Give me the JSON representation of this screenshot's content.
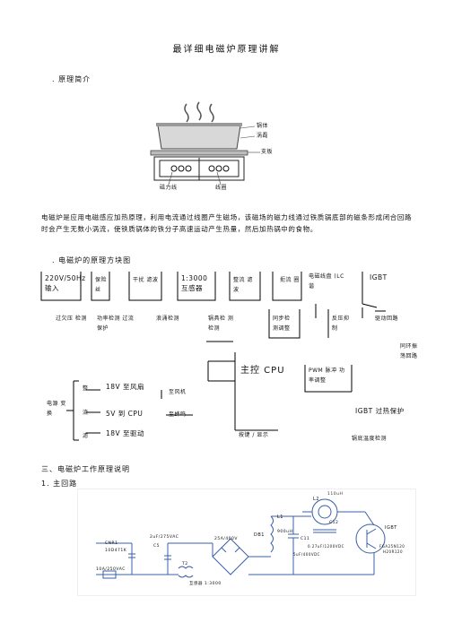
{
  "title": "最详细电磁炉原理讲解",
  "sec1": {
    "heading": ". 原理简介"
  },
  "fig1": {
    "labels": [
      "锅体",
      "涡磊",
      "支板",
      "磁力线",
      "线圈"
    ]
  },
  "para": "电磁炉是应用电磁感应加热原理，利用电流通过线圈产生磁场，该磁场的磁力线通过铁质锅底部的磁条形成闭合回路时会产生无数小涡流，使铁质锅体的铁分子高速运动产生热量，然后加热锅中的食物。",
  "sec2": {
    "heading": ". 电磁炉的原理方块图"
  },
  "block": {
    "row1": [
      "220V/50Hz 输入",
      "保险 丝",
      "干扰 滤波",
      "1:3000 互感器",
      "整流 滤波",
      "扼流 圈",
      "电磁线盘 (LC 谐",
      "IGBT"
    ],
    "row2": [
      "过欠压 检测",
      "功率检测 过流保护",
      "浪涌检测",
      "锅具检 测检测",
      "同步检 测调整",
      "反压抑 制",
      "驱动回路"
    ],
    "row3": [
      "同环振 荡回路"
    ],
    "cpu": "主控 CPU",
    "pwm": "PWM 脉冲 功率调整",
    "power": "电源 变换",
    "rails": [
      "整",
      "流",
      "滤"
    ],
    "v18a": "18V 至风扇",
    "v5": "5V 到 CPU",
    "v18b": "18V 至驱动",
    "fan": "至风机",
    "buzzer": "至蜂鸣",
    "keys": "按键 / 显示",
    "igbt_prot": "IGBT 过热保护",
    "pan_temp": "锅底温度检测"
  },
  "sec3": {
    "heading": "三、电磁炉工作原理说明",
    "sub": "1. 主回路"
  },
  "schematic": {
    "labels": [
      "110uH",
      "L2",
      "C12",
      "IGBT",
      "L1",
      "900uH",
      "DB1",
      "25A/400V",
      "2uF/275VAC",
      "C5",
      "C11",
      "0.27uF/1200VDC",
      "5uF/400VDC",
      "CNR1",
      "10D471K",
      "10A/250VAC",
      "T2",
      "互感器 1:3000",
      "FGA25N120",
      "H20R120"
    ]
  }
}
